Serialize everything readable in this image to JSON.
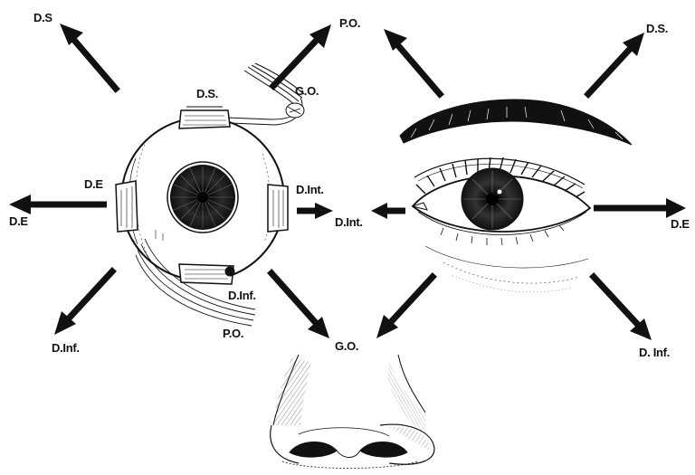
{
  "diagram": {
    "labels": {
      "top_left_ds": "D.S",
      "globe_ds": "D.S.",
      "globe_go": "G.O.",
      "top_po": "P.O.",
      "top_right_ds": "D.S.",
      "left_de_outer": "D.E",
      "globe_de": "D.E",
      "globe_dint": "D.Int.",
      "mid_dint": "D.Int.",
      "right_de": "D.E",
      "globe_dinf": "D.Inf.",
      "bottom_left_dinf": "D.Inf.",
      "globe_po": "P.O.",
      "bottom_go": "G.O.",
      "bottom_right_dinf": "D. Inf."
    },
    "figures": {
      "left": "eyeball-with-muscles",
      "right": "eye-face",
      "bottom": "nose"
    },
    "colors": {
      "ink": "#111111",
      "background": "#ffffff"
    }
  }
}
